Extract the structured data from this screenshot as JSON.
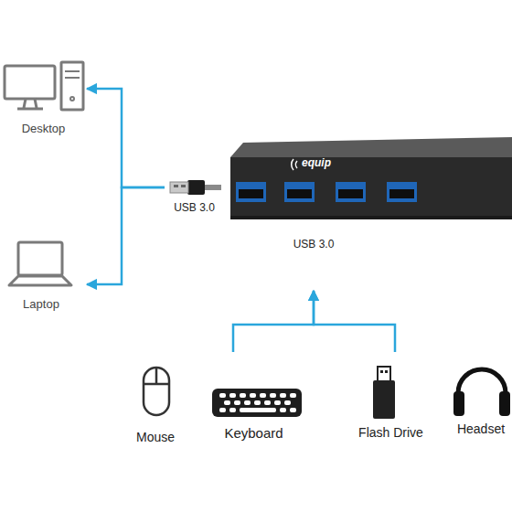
{
  "diagram": {
    "nodes": [
      {
        "text": [
          "Desktop"
        ]
      },
      {
        "text": [
          "equip",
          "USB 3.0"
        ]
      },
      {
        "text": [
          "USB 3.0"
        ]
      },
      {
        "text": [
          "Laptop"
        ]
      },
      {
        "text": [
          "Mouse"
        ]
      },
      {
        "text": [
          "Keyboard"
        ]
      },
      {
        "text": [
          "Flash Drive"
        ]
      },
      {
        "text": [
          "Headset"
        ]
      }
    ],
    "edges": [
      {
        "from": 2,
        "to": 0,
        "arrow": "to"
      },
      {
        "from": 2,
        "to": 3,
        "arrow": "to"
      },
      {
        "from": 5,
        "to": 1,
        "arrow": "to"
      },
      {
        "from": 6,
        "to": 1,
        "arrow": "to"
      }
    ]
  }
}
